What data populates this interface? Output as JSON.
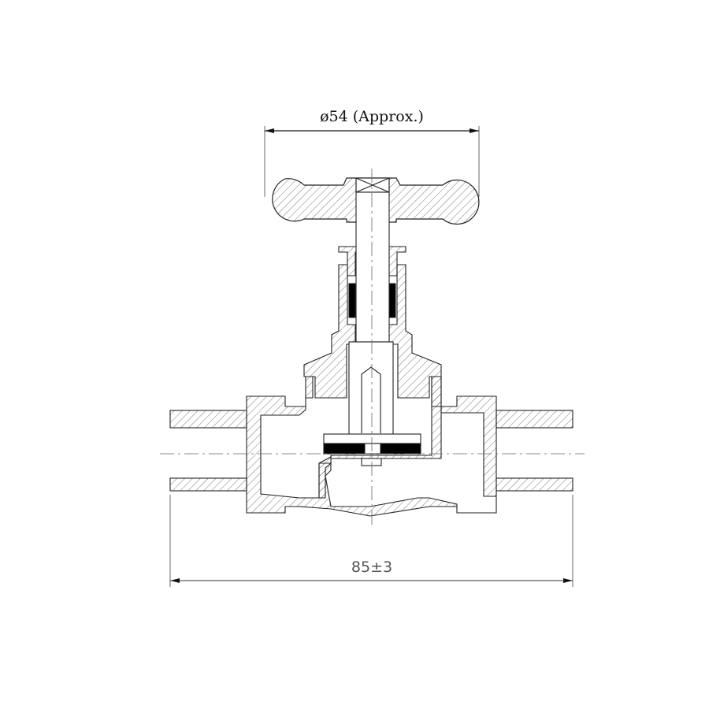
{
  "drawing": {
    "title": "Stop valve cross-section",
    "handle_dimension": "ø54 (Approx.)",
    "length_dimension": "85±3"
  },
  "colors": {
    "line": "#222222",
    "hatch": "#555555",
    "center_line": "#666666",
    "packing": "#000000"
  }
}
